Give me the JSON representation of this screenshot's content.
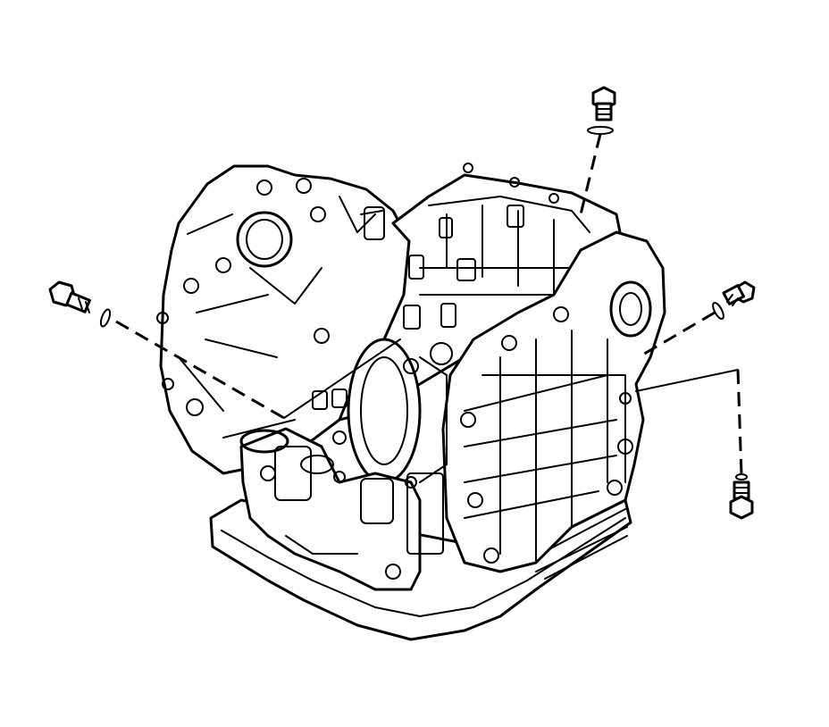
{
  "diagram": {
    "subject": "transaxle-assembly-mounting-bolts",
    "colors": {
      "line": "#000000",
      "background": "#ffffff"
    },
    "fasteners": [
      {
        "id": "bolt-top",
        "icon": "bolt-icon"
      },
      {
        "id": "bolt-left",
        "icon": "bolt-icon"
      },
      {
        "id": "bolt-right",
        "icon": "bolt-icon"
      },
      {
        "id": "bolt-bottom-right",
        "icon": "bolt-icon"
      }
    ]
  }
}
